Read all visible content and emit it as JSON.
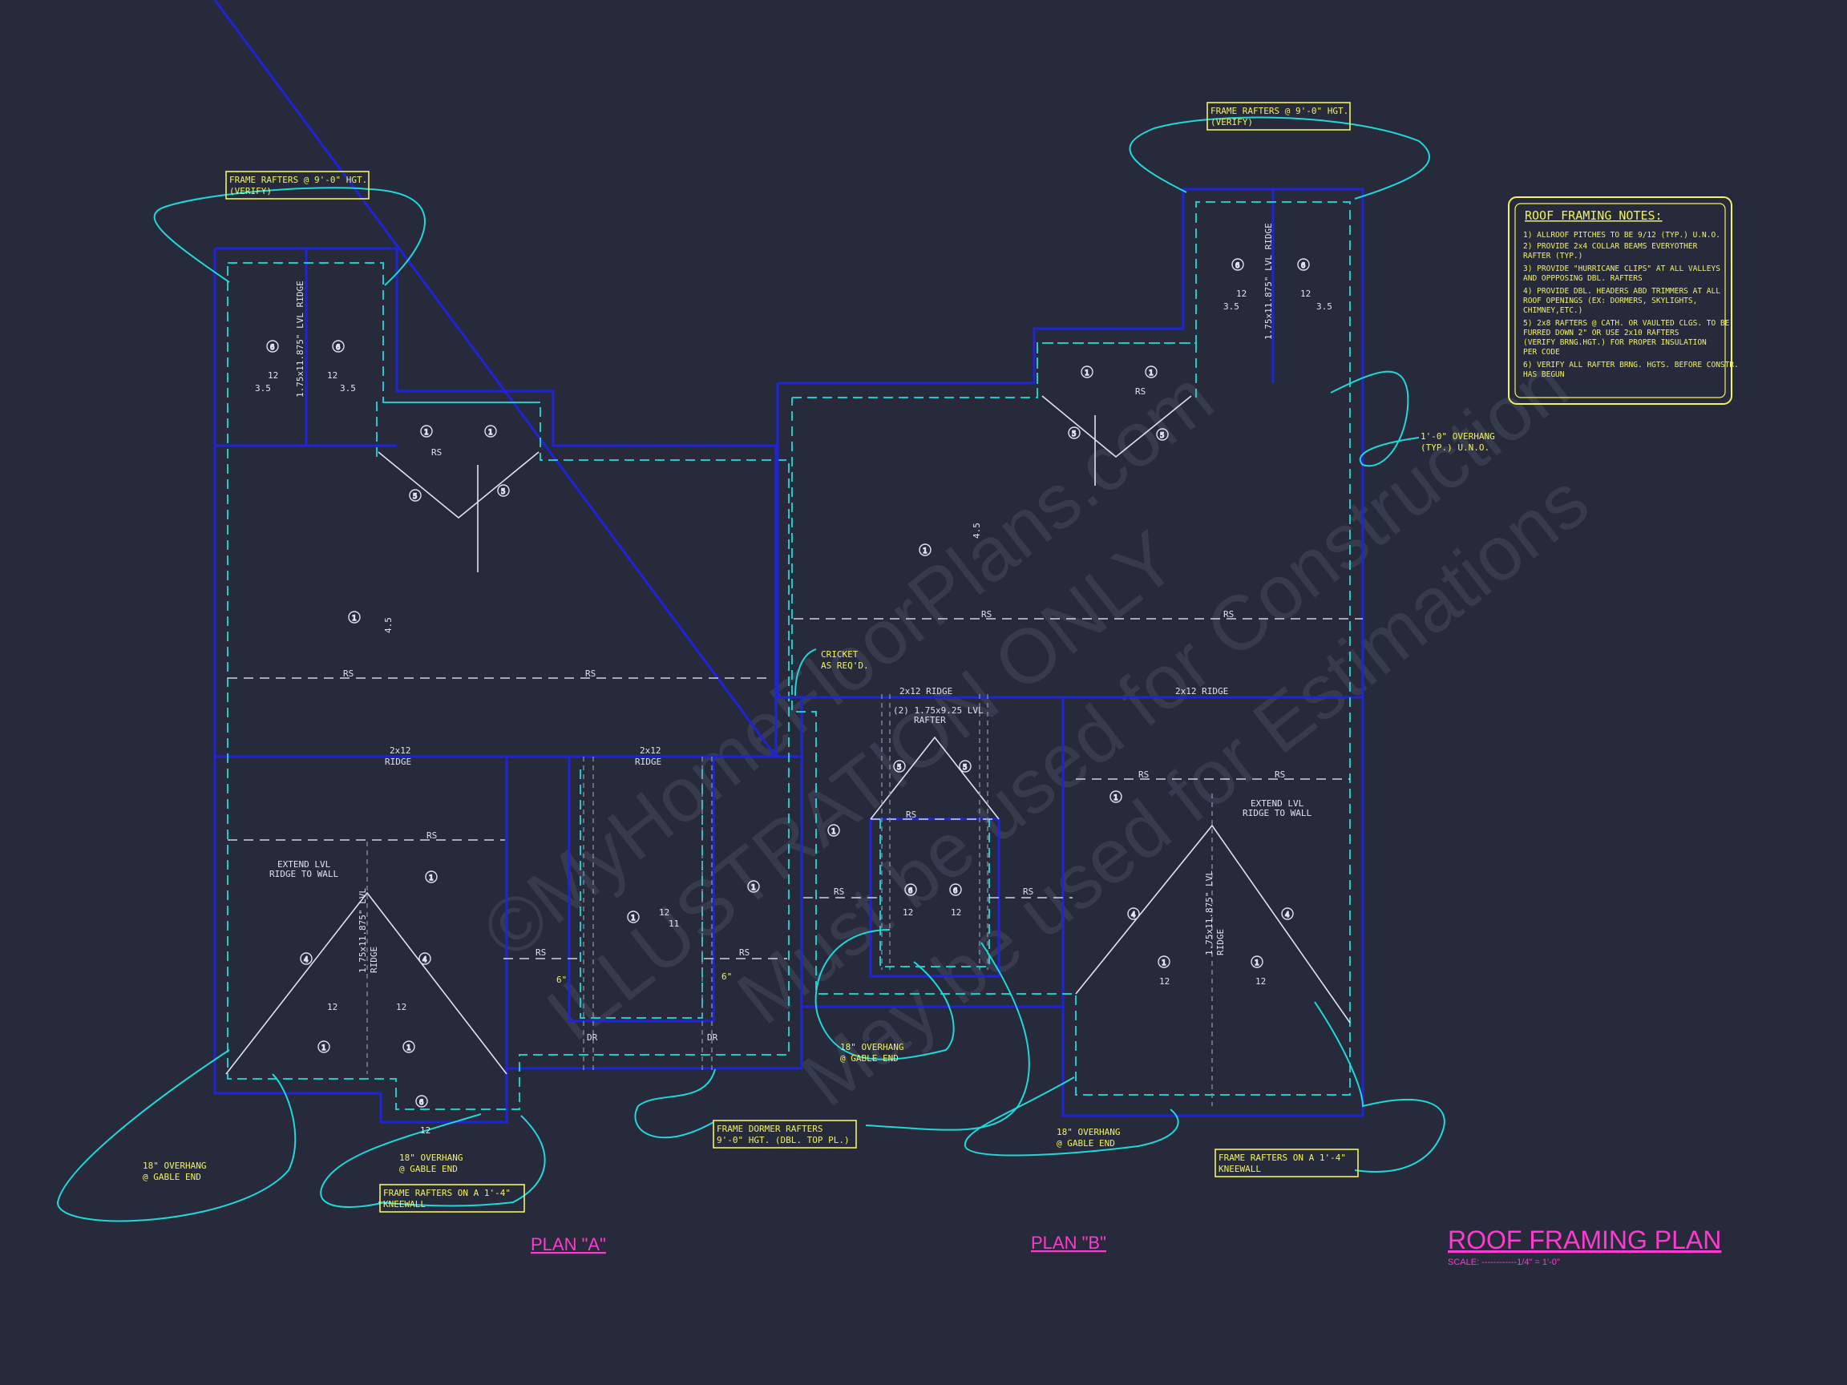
{
  "sheet": {
    "title": "ROOF FRAMING PLAN",
    "scale": "SCALE: ------------1/4\" = 1'-0\"",
    "plan_a_label": "PLAN \"A\"",
    "plan_b_label": "PLAN \"B\""
  },
  "notes": {
    "heading": "ROOF FRAMING NOTES:",
    "lines": [
      "1) ALLROOF PITCHES TO BE 9/12 (TYP.) U.N.O.",
      "2) PROVIDE 2x4 COLLAR BEAMS EVERYOTHER",
      "    RAFTER (TYP.)",
      "3) PROVIDE \"HURRICANE CLIPS\" AT ALL VALLEYS",
      "    AND OPPPOSING DBL. RAFTERS",
      "4) PROVIDE DBL. HEADERS ABD TRIMMERS AT ALL",
      "    ROOF OPENINGS (EX: DORMERS, SKYLIGHTS,",
      "    CHIMNEY,ETC.)",
      "5) 2x8 RAFTERS @ CATH. OR VAULTED CLGS. TO BE",
      "    FURRED DOWN 2\" OR USE 2x10 RAFTERS",
      "    (VERIFY BRNG.HGT.) FOR PROPER INSULATION",
      "    PER CODE",
      "6) VERIFY ALL RAFTER BRNG. HGTS. BEFORE CONSTR.",
      "    HAS BEGUN"
    ]
  },
  "callouts": {
    "frame_rafters_9_a": [
      "FRAME RAFTERS @ 9'-0\" HGT.",
      "(VERIFY)"
    ],
    "frame_rafters_9_b": [
      "FRAME RAFTERS @ 9'-0\" HGT.",
      "(VERIFY)"
    ],
    "overhang_typ": [
      "1'-0\" OVERHANG",
      "(TYP.) U.N.O."
    ],
    "cricket": [
      "CRICKET",
      "AS REQ'D."
    ],
    "overhang_gable_a": [
      "18\" OVERHANG",
      "@ GABLE END"
    ],
    "overhang_gable_a2": [
      "18\" OVERHANG",
      "@ GABLE END"
    ],
    "kneewall_a": [
      "FRAME RAFTERS ON A 1'-4\"",
      "KNEEWALL"
    ],
    "dormer": [
      "FRAME DORMER RAFTERS",
      "9'-0\" HGT. (DBL. TOP PL.)"
    ],
    "overhang_gable_b": [
      "18\" OVERHANG",
      "@ GABLE END"
    ],
    "overhang_gable_b2": [
      "18\" OVERHANG",
      "@ GABLE END"
    ],
    "kneewall_b": [
      "FRAME RAFTERS ON A 1'-4\"",
      "KNEEWALL"
    ]
  },
  "labels": {
    "lvl_ridge": "1.75x11.875\" LVL RIDGE",
    "lvl_ridge_short": "1.75x11.875\" LVL",
    "ridge_word": "RIDGE",
    "rs": "RS",
    "two_by_twelve": "2x12",
    "ridge": "RIDGE",
    "two_by_twelve_ridge": "2x12 RIDGE",
    "lvl_rafter": [
      "(2) 1.75x9.25 LVL",
      "RAFTER"
    ],
    "extend_lvl": [
      "EXTEND LVL",
      "RIDGE TO WALL"
    ],
    "dr": "DR",
    "six_in": "6\"",
    "pitch_12": "12",
    "pitch_35": "3.5",
    "pitch_45": "4.5",
    "pitch_11": "11",
    "pitch_12b": "12"
  },
  "marks": [
    "1",
    "4",
    "5",
    "6"
  ],
  "watermark": [
    "©MyHomeFloorPlans.com",
    "ILLUSTRATION ONLY",
    "Must be used for Construction",
    "May be used for Estimations"
  ],
  "colors": {
    "background": "#262a3b",
    "wall": "#1f24d6",
    "overhang": "#20c8c8",
    "callout_text": "#f2f25a",
    "title": "#ff3ad0"
  }
}
